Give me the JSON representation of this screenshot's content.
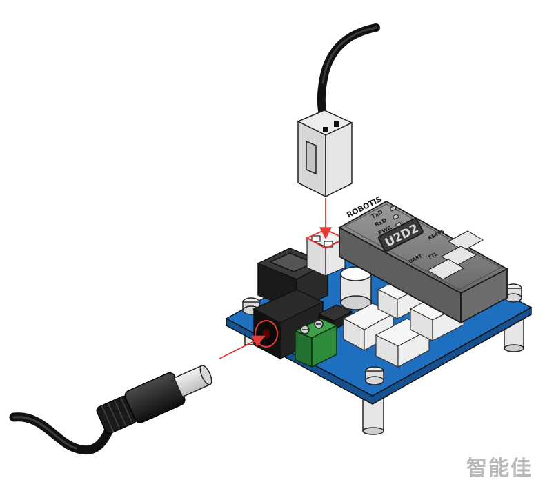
{
  "board": {
    "brand": "ROBOTIS",
    "model": "U2D2",
    "leds": [
      "TxD",
      "RxD",
      "PWR"
    ],
    "ports": [
      "RS485",
      "UART",
      "TTL"
    ]
  },
  "watermark": "智能佳",
  "colors": {
    "pcb": "#1f6fc1",
    "pcb_edge": "#15508f",
    "arrow": "#e53935",
    "module": "#707070",
    "module_top": "#8a8a8a",
    "terminal": "#2e8b3a",
    "cable": "#111111",
    "connector": "#e4e4e4"
  }
}
